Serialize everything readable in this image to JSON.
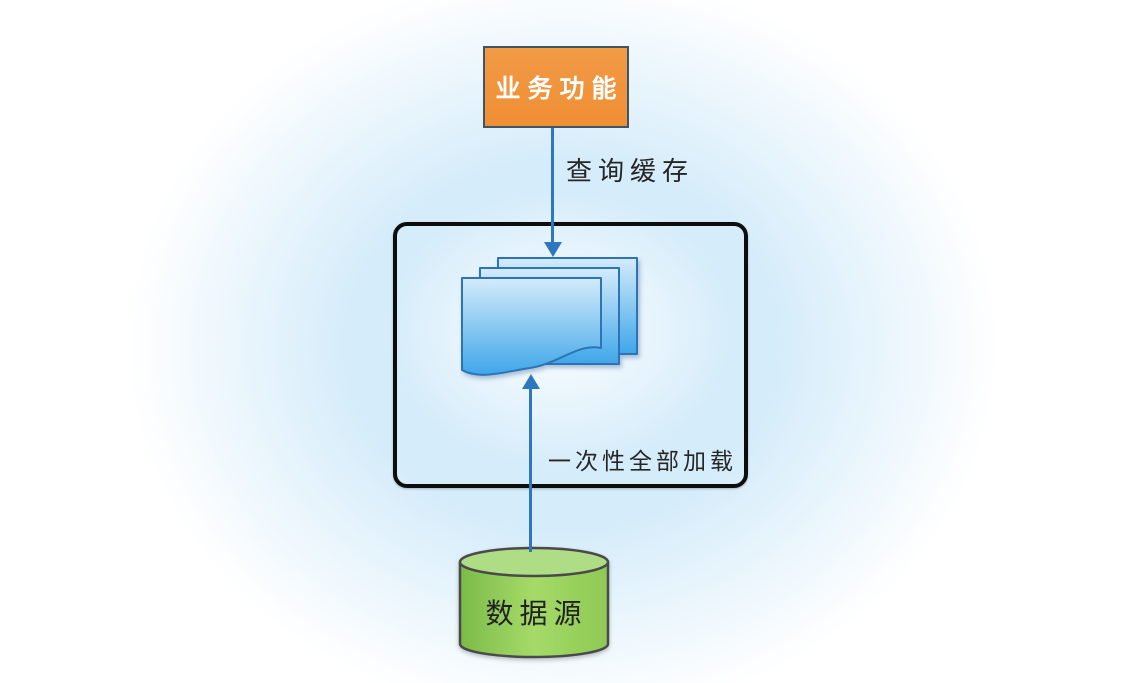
{
  "diagram": {
    "nodes": {
      "business": {
        "label": "业务功能",
        "fill": "#EF8F35",
        "border": "#3E5566",
        "text_color": "#FFFFFF"
      },
      "cache_container": {
        "border": "#0D0D0D",
        "shape": "rounded-rectangle"
      },
      "documents": {
        "icon": "document-stack-icon",
        "count": 3,
        "gradient_top": "#D4EBFB",
        "gradient_bottom": "#3FA6E9",
        "stroke": "#2E74B5"
      },
      "data_source": {
        "label": "数据源",
        "icon": "database-cylinder-icon",
        "body_fill_left": "#7CBB49",
        "body_fill_mid": "#A5DA68",
        "top_fill": "#AFDD85",
        "stroke": "#4A4A4A",
        "text_color": "#222222"
      }
    },
    "edges": {
      "query_cache": {
        "label": "查询缓存",
        "color": "#2E77BC",
        "direction": "down",
        "from": "business",
        "to": "documents"
      },
      "load_all": {
        "label": "一次性全部加载",
        "color": "#2E77BC",
        "direction": "up",
        "from": "data_source",
        "to": "documents"
      }
    },
    "background": {
      "glow_color": "#D5ECFA",
      "base": "#FFFFFF"
    }
  }
}
